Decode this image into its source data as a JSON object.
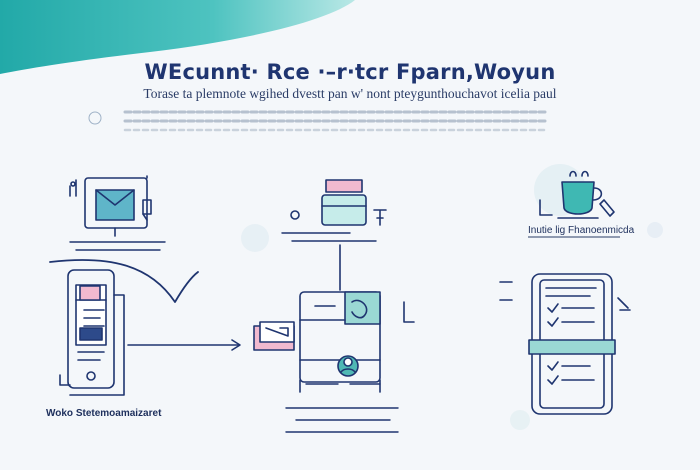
{
  "header": {
    "title": "WEcunnt· Rce ·–r·tcr Fparn,Woyun",
    "subtitle": "Torase ta plemnote wgihed dvestt pan w' nont pteygunthouchavot icelia paul"
  },
  "labels": {
    "bottom_left": "Woko Stetemoamaizaret",
    "right_heading": "Inutie lig Fhanoenmicda"
  },
  "colors": {
    "teal": "#3fb8b3",
    "teal_dark": "#1e8c8a",
    "navy": "#1f3570",
    "light_teal": "#bfe9e6",
    "pink": "#f1b9cf"
  }
}
